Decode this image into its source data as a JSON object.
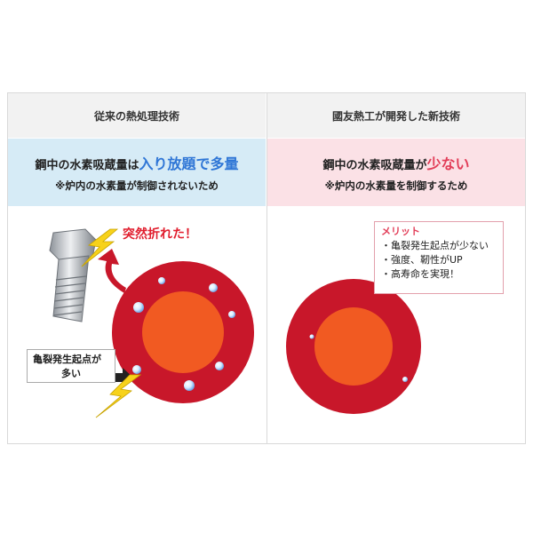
{
  "left": {
    "header": "従来の熱処理技術",
    "band": {
      "prefix": "鋼中の水素吸蔵量は",
      "emphasis": "入り放題で多量",
      "sub": "※炉内の水素量が制御されないため"
    },
    "callout": "突然折れた！",
    "note": {
      "line1": "亀裂発生起点が",
      "line2": "多い"
    }
  },
  "right": {
    "header": "國友熱工が開発した新技術",
    "band": {
      "prefix": "鋼中の水素吸蔵量が",
      "emphasis": "少ない",
      "sub": "※炉内の水素量を制御するため"
    },
    "merit": {
      "title": "メリット",
      "items": [
        "・亀裂発生起点が少ない",
        "・強度、靭性がUP",
        "・高寿命を実現！"
      ]
    }
  },
  "colors": {
    "outer_ring": "#c8172a",
    "inner_core": "#f15a22",
    "band_left": "#d6ebf6",
    "band_right": "#fbe1e6",
    "emphasis_blue": "#2f76d6",
    "emphasis_red": "#e23d58",
    "bolt": "#b8bcc2",
    "lightning": "#f7d21a"
  },
  "icons": [
    "bolt-icon",
    "lightning-icon",
    "curved-arrow-icon",
    "right-arrow-icon",
    "hydrogen-bubble-icon"
  ]
}
